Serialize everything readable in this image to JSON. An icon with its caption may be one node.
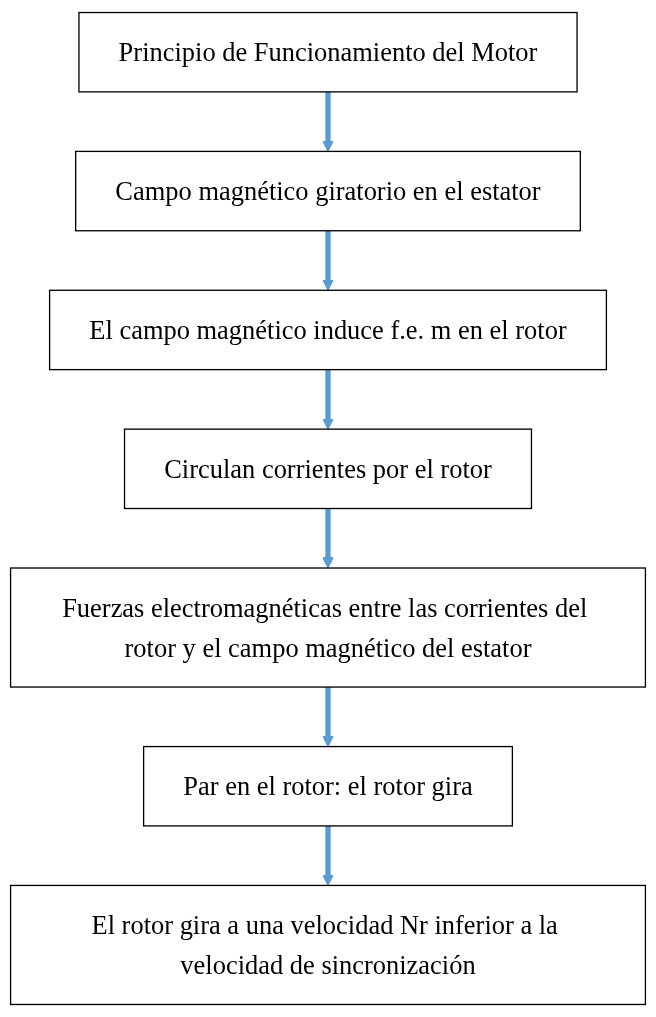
{
  "diagram": {
    "nodes": [
      {
        "text": [
          "Principio de Funcionamiento del Motor"
        ]
      },
      {
        "text": [
          "Campo magnético giratorio en el estator"
        ]
      },
      {
        "text": [
          "El campo magnético induce f.e. m en el rotor"
        ]
      },
      {
        "text": [
          "Circulan corrientes por el rotor"
        ]
      },
      {
        "text": [
          "Fuerzas electromagnéticas entre las corrientes del rotor y el campo magnético del estator"
        ]
      },
      {
        "text": [
          "Par en el rotor: el rotor gira"
        ]
      },
      {
        "text": [
          "El rotor gira a una velocidad Nr inferior a la velocidad de sincronización"
        ]
      }
    ],
    "edges": [
      {
        "from": 0,
        "to": 1,
        "arrow": "to",
        "color": "#5b9bd5"
      },
      {
        "from": 1,
        "to": 2,
        "arrow": "to",
        "color": "#5b9bd5"
      },
      {
        "from": 2,
        "to": 3,
        "arrow": "to",
        "color": "#5b9bd5"
      },
      {
        "from": 3,
        "to": 4,
        "arrow": "to",
        "color": "#5b9bd5"
      },
      {
        "from": 4,
        "to": 5,
        "arrow": "to",
        "color": "#5b9bd5"
      },
      {
        "from": 5,
        "to": 6,
        "arrow": "to",
        "color": "#5b9bd5"
      }
    ]
  }
}
